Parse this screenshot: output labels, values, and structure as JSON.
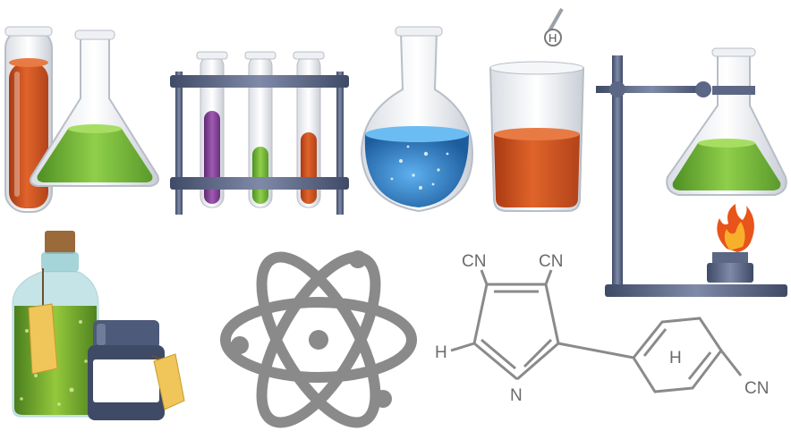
{
  "molecule": {
    "labels": {
      "cn_top_left": "CN",
      "cn_top_right": "CN",
      "h_left": "H",
      "n_bottom": "N",
      "h_ring": "H",
      "cn_right": "CN"
    }
  },
  "colors": {
    "orange_liquid": "#c94a1c",
    "green_liquid": "#6fb33a",
    "blue_liquid": "#2f7fc4",
    "purple_liquid": "#7b3a8c",
    "rack_metal": "#4f5b78",
    "symbol_gray": "#8a8a8a",
    "flame": "#e8541a",
    "cork": "#9a6a3a",
    "tag": "#f0c65a"
  },
  "icons": [
    "test-tube-icon",
    "erlenmeyer-flask-icon",
    "test-tube-rack-icon",
    "round-bottom-flask-icon",
    "beaker-icon",
    "retort-stand-icon",
    "burner-flame-icon",
    "potion-bottle-icon",
    "medicine-jar-icon",
    "atom-icon",
    "molecule-structure-icon"
  ]
}
